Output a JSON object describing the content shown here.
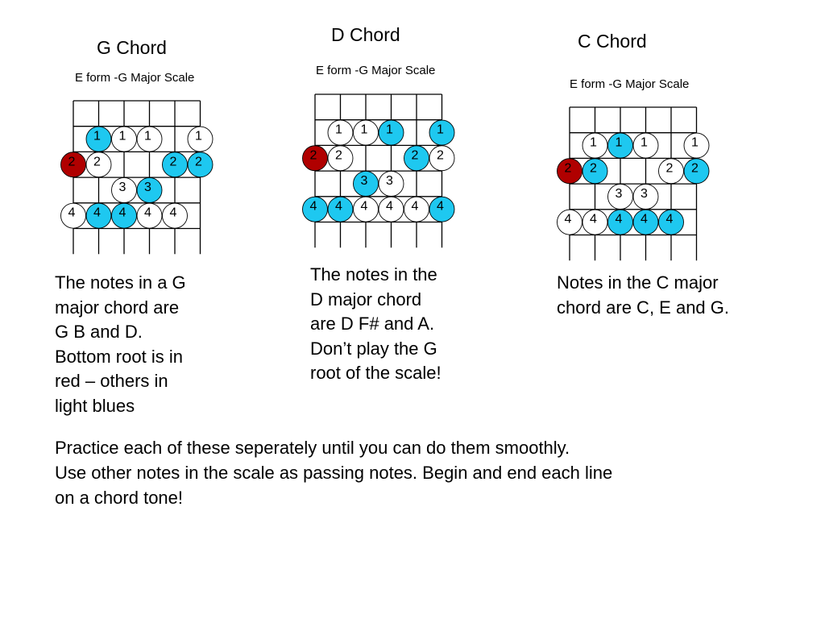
{
  "colors": {
    "root_red": "#b00000",
    "chord_blue": "#1ec8f0",
    "scale_white": "#ffffff",
    "grid": "#000000"
  },
  "diagrams": [
    {
      "title": "G Chord",
      "subtitle": "E form -G Major Scale",
      "notes": [
        {
          "string": 2,
          "fret": 1,
          "label": "1",
          "type": "chord"
        },
        {
          "string": 3,
          "fret": 1,
          "label": "1",
          "type": "scale"
        },
        {
          "string": 4,
          "fret": 1,
          "label": "1",
          "type": "scale"
        },
        {
          "string": 6,
          "fret": 1,
          "label": "1",
          "type": "scale"
        },
        {
          "string": 1,
          "fret": 2,
          "label": "2",
          "type": "root"
        },
        {
          "string": 2,
          "fret": 2,
          "label": "2",
          "type": "scale"
        },
        {
          "string": 5,
          "fret": 2,
          "label": "2",
          "type": "chord"
        },
        {
          "string": 6,
          "fret": 2,
          "label": "2",
          "type": "chord"
        },
        {
          "string": 3,
          "fret": 3,
          "label": "3",
          "type": "scale"
        },
        {
          "string": 4,
          "fret": 3,
          "label": "3",
          "type": "chord"
        },
        {
          "string": 1,
          "fret": 4,
          "label": "4",
          "type": "scale"
        },
        {
          "string": 2,
          "fret": 4,
          "label": "4",
          "type": "chord"
        },
        {
          "string": 3,
          "fret": 4,
          "label": "4",
          "type": "chord"
        },
        {
          "string": 4,
          "fret": 4,
          "label": "4",
          "type": "scale"
        },
        {
          "string": 5,
          "fret": 4,
          "label": "4",
          "type": "scale"
        }
      ],
      "description": [
        "The notes in a G",
        "major chord are",
        "G B and D.",
        "Bottom root is in",
        "red – others in",
        "light blues"
      ]
    },
    {
      "title": "D Chord",
      "subtitle": "E form -G Major Scale",
      "notes": [
        {
          "string": 2,
          "fret": 1,
          "label": "1",
          "type": "scale"
        },
        {
          "string": 3,
          "fret": 1,
          "label": "1",
          "type": "scale"
        },
        {
          "string": 4,
          "fret": 1,
          "label": "1",
          "type": "chord"
        },
        {
          "string": 6,
          "fret": 1,
          "label": "1",
          "type": "chord"
        },
        {
          "string": 1,
          "fret": 2,
          "label": "2",
          "type": "root"
        },
        {
          "string": 2,
          "fret": 2,
          "label": "2",
          "type": "scale"
        },
        {
          "string": 5,
          "fret": 2,
          "label": "2",
          "type": "chord"
        },
        {
          "string": 6,
          "fret": 2,
          "label": "2",
          "type": "scale"
        },
        {
          "string": 3,
          "fret": 3,
          "label": "3",
          "type": "chord"
        },
        {
          "string": 4,
          "fret": 3,
          "label": "3",
          "type": "scale"
        },
        {
          "string": 1,
          "fret": 4,
          "label": "4",
          "type": "chord"
        },
        {
          "string": 2,
          "fret": 4,
          "label": "4",
          "type": "chord"
        },
        {
          "string": 3,
          "fret": 4,
          "label": "4",
          "type": "scale"
        },
        {
          "string": 4,
          "fret": 4,
          "label": "4",
          "type": "scale"
        },
        {
          "string": 5,
          "fret": 4,
          "label": "4",
          "type": "scale"
        },
        {
          "string": 6,
          "fret": 4,
          "label": "4",
          "type": "chord"
        }
      ],
      "description": [
        "The notes in the",
        "D major chord",
        "are D F# and A.",
        "Don’t play the G",
        "root of the scale!"
      ]
    },
    {
      "title": "C Chord",
      "subtitle": "E form -G Major Scale",
      "notes": [
        {
          "string": 2,
          "fret": 1,
          "label": "1",
          "type": "scale"
        },
        {
          "string": 3,
          "fret": 1,
          "label": "1",
          "type": "chord"
        },
        {
          "string": 4,
          "fret": 1,
          "label": "1",
          "type": "scale"
        },
        {
          "string": 6,
          "fret": 1,
          "label": "1",
          "type": "scale"
        },
        {
          "string": 1,
          "fret": 2,
          "label": "2",
          "type": "root"
        },
        {
          "string": 2,
          "fret": 2,
          "label": "2",
          "type": "chord"
        },
        {
          "string": 5,
          "fret": 2,
          "label": "2",
          "type": "scale"
        },
        {
          "string": 6,
          "fret": 2,
          "label": "2",
          "type": "chord"
        },
        {
          "string": 3,
          "fret": 3,
          "label": "3",
          "type": "scale"
        },
        {
          "string": 4,
          "fret": 3,
          "label": "3",
          "type": "scale"
        },
        {
          "string": 1,
          "fret": 4,
          "label": "4",
          "type": "scale"
        },
        {
          "string": 2,
          "fret": 4,
          "label": "4",
          "type": "scale"
        },
        {
          "string": 3,
          "fret": 4,
          "label": "4",
          "type": "chord"
        },
        {
          "string": 4,
          "fret": 4,
          "label": "4",
          "type": "chord"
        },
        {
          "string": 5,
          "fret": 4,
          "label": "4",
          "type": "chord"
        }
      ],
      "description": [
        "Notes in the C major",
        "chord are C, E and G."
      ]
    }
  ],
  "practice": [
    "Practice each of these seperately until you can do them smoothly.",
    "Use other notes in the scale as passing notes.  Begin and end each line",
    "on a chord tone!"
  ]
}
